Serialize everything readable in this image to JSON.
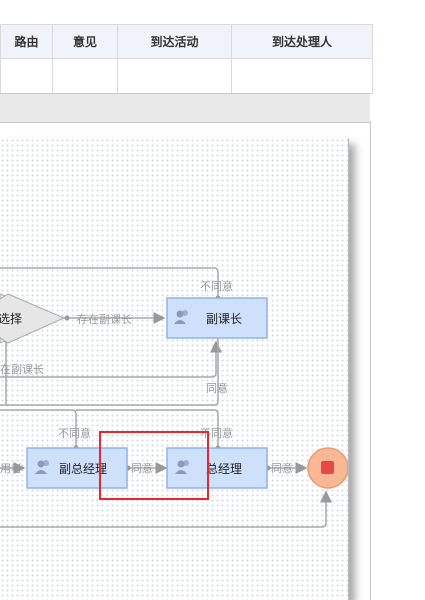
{
  "table": {
    "headers": [
      "路由",
      "意见",
      "到达活动",
      "到达处理人"
    ]
  },
  "diagram": {
    "nodes": {
      "choice": "选择",
      "fukezhang": "副课长",
      "fuzongjingli": "副总经理",
      "zongjingli": "总经理"
    },
    "edge_labels": {
      "butongyi_top": "不同意",
      "cunzai": "存在副课长",
      "cunzai_left": "在副课长",
      "tongyi_right": "同意",
      "butongyi_mid": "不同意",
      "butongyi_right": "不同意",
      "yong_left": "用者",
      "tongyi_mid": "同意",
      "tongyi_end": "同意"
    },
    "colors": {
      "node_fill": "#cfe0fb",
      "node_border": "#8fb4e6",
      "end_fill": "#f9b895",
      "end_core": "#e8474a",
      "highlight": "#e8262b"
    }
  }
}
